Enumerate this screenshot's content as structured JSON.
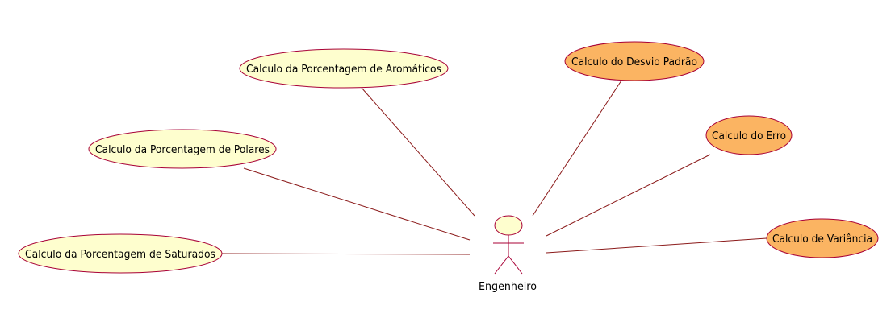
{
  "colors": {
    "line": "#8b1a1a",
    "border": "#a80036",
    "usecase_light": "#fefece",
    "usecase_orange": "#fbb462"
  },
  "actor": {
    "name": "Engenheiro",
    "icon": "stick-figure-actor-icon"
  },
  "use_cases": [
    {
      "id": "aromaticos",
      "label": "Calculo da Porcentagem de Aromáticos",
      "style": "light"
    },
    {
      "id": "polares",
      "label": "Calculo da Porcentagem de Polares",
      "style": "light"
    },
    {
      "id": "saturados",
      "label": "Calculo da Porcentagem de Saturados",
      "style": "light"
    },
    {
      "id": "desvio",
      "label": "Calculo do Desvio Padrão",
      "style": "orange"
    },
    {
      "id": "erro",
      "label": "Calculo do Erro",
      "style": "orange"
    },
    {
      "id": "variancia",
      "label": "Calculo de Variância",
      "style": "orange"
    }
  ]
}
